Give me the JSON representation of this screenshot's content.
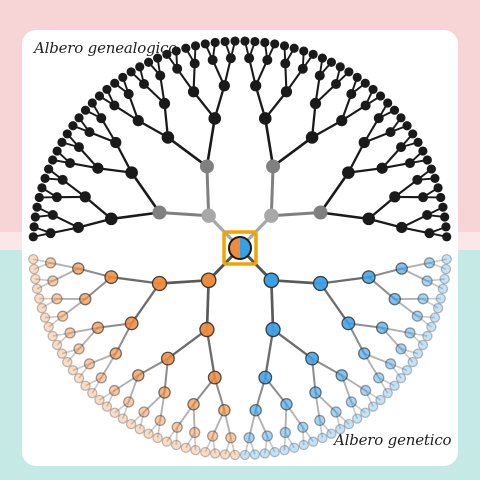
{
  "titles": {
    "genealogical": "Albero genealogico",
    "genetic": "Albero genetico"
  },
  "colors": {
    "top_band": "#f7d4d6",
    "top_band_divider": "#fbe6e8",
    "bottom_band": "#c5e9e4",
    "card": "#ffffff",
    "node_black": "#1a1a1a",
    "node_gray": "#808080",
    "node_gray_light": "#a8a8a8",
    "orange": "#f08a3c",
    "blue": "#3aa0e6",
    "root_frame": "#f2a300"
  },
  "diagram": {
    "root_node": "root-individual",
    "ancestor_levels": 6,
    "upper_tree": "genealogical (all ancestors)",
    "lower_tree": "genetic (maternal orange / paternal blue, fading with distance)"
  }
}
